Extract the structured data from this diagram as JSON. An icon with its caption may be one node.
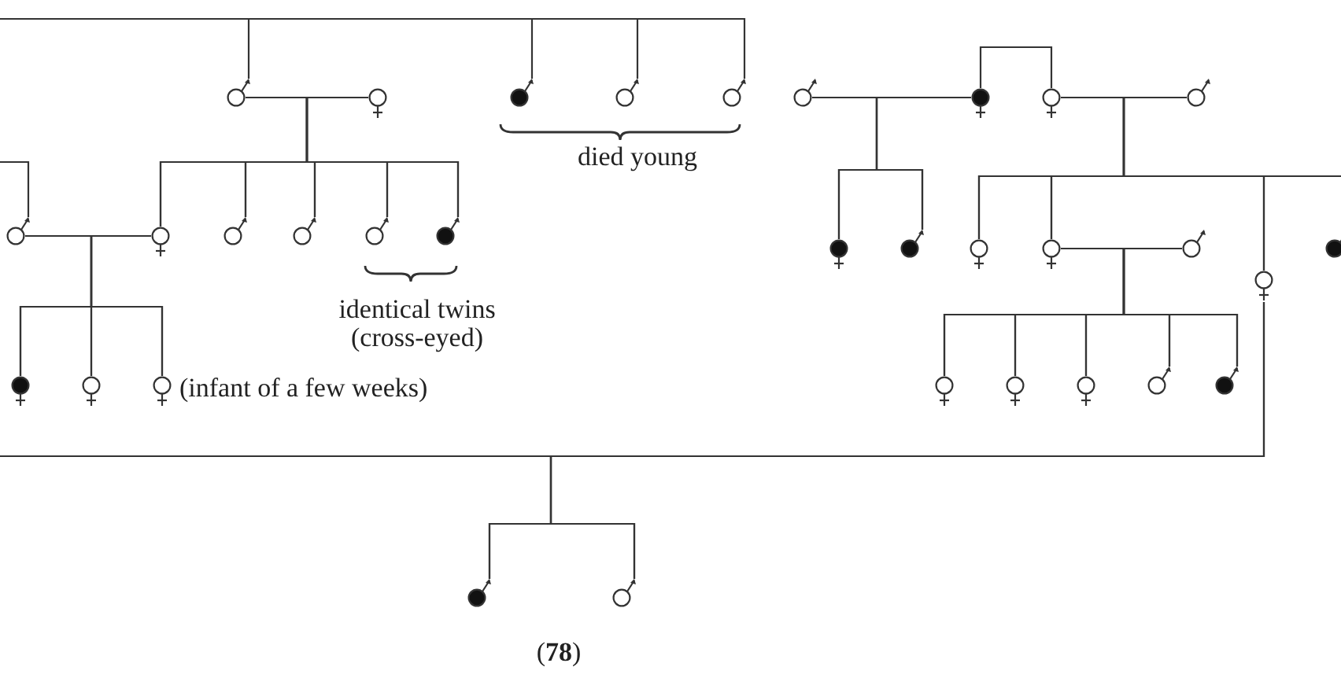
{
  "diagram": {
    "nodes": [
      {
        "text": [],
        "shape": "male"
      },
      {
        "text": [],
        "shape": "female"
      },
      {
        "text": [],
        "shape": "filled-male"
      },
      {
        "text": [],
        "shape": "male"
      },
      {
        "text": [],
        "shape": "male"
      },
      {
        "text": [],
        "shape": "male"
      },
      {
        "text": [],
        "shape": "filled-female"
      },
      {
        "text": [],
        "shape": "female"
      },
      {
        "text": [],
        "shape": "male"
      },
      {
        "text": [],
        "shape": "male"
      },
      {
        "text": [],
        "shape": "female"
      },
      {
        "text": [],
        "shape": "male"
      },
      {
        "text": [],
        "shape": "male"
      },
      {
        "text": [],
        "shape": "male"
      },
      {
        "text": [],
        "shape": "filled-male"
      },
      {
        "text": [],
        "shape": "filled-female"
      },
      {
        "text": [],
        "shape": "filled-male"
      },
      {
        "text": [],
        "shape": "female"
      },
      {
        "text": [],
        "shape": "female"
      },
      {
        "text": [],
        "shape": "male"
      },
      {
        "text": [],
        "shape": "female"
      },
      {
        "text": [],
        "shape": "filled-male"
      },
      {
        "text": [],
        "shape": "filled-female"
      },
      {
        "text": [],
        "shape": "female"
      },
      {
        "text": [],
        "shape": "female",
        "beside": [
          "(infant of a few weeks)"
        ]
      },
      {
        "text": [],
        "shape": "female"
      },
      {
        "text": [],
        "shape": "female"
      },
      {
        "text": [],
        "shape": "female"
      },
      {
        "text": [],
        "shape": "male"
      },
      {
        "text": [],
        "shape": "filled-male"
      },
      {
        "text": [],
        "shape": "filled-male"
      },
      {
        "text": [],
        "shape": "male"
      }
    ],
    "edges": [
      {
        "from": null,
        "to": 0,
        "arrow": "none"
      },
      {
        "from": null,
        "to": 2,
        "arrow": "none"
      },
      {
        "from": null,
        "to": 3,
        "arrow": "none"
      },
      {
        "from": null,
        "to": 4,
        "arrow": "none"
      },
      {
        "from": null,
        "to": 9,
        "arrow": "none"
      },
      {
        "from": 0,
        "to": 10,
        "arrow": "none"
      },
      {
        "from": 0,
        "to": 11,
        "arrow": "none"
      },
      {
        "from": 0,
        "to": 12,
        "arrow": "none"
      },
      {
        "from": 0,
        "to": 13,
        "arrow": "none"
      },
      {
        "from": 0,
        "to": 14,
        "arrow": "none"
      },
      {
        "from": 1,
        "to": 10,
        "arrow": "none"
      },
      {
        "from": 1,
        "to": 11,
        "arrow": "none"
      },
      {
        "from": 1,
        "to": 12,
        "arrow": "none"
      },
      {
        "from": 1,
        "to": 13,
        "arrow": "none"
      },
      {
        "from": 1,
        "to": 14,
        "arrow": "none"
      },
      {
        "from": 9,
        "to": 22,
        "arrow": "none"
      },
      {
        "from": 9,
        "to": 23,
        "arrow": "none"
      },
      {
        "from": 9,
        "to": 24,
        "arrow": "none"
      },
      {
        "from": 10,
        "to": 22,
        "arrow": "none"
      },
      {
        "from": 10,
        "to": 23,
        "arrow": "none"
      },
      {
        "from": 10,
        "to": 24,
        "arrow": "none"
      },
      {
        "from": 6,
        "to": 7,
        "arrow": "none"
      },
      {
        "from": 5,
        "to": 15,
        "arrow": "none"
      },
      {
        "from": 5,
        "to": 16,
        "arrow": "none"
      },
      {
        "from": 6,
        "to": 15,
        "arrow": "none"
      },
      {
        "from": 6,
        "to": 16,
        "arrow": "none"
      },
      {
        "from": 7,
        "to": 17,
        "arrow": "none"
      },
      {
        "from": 7,
        "to": 18,
        "arrow": "none"
      },
      {
        "from": 7,
        "to": 20,
        "arrow": "none"
      },
      {
        "from": 7,
        "to": 21,
        "arrow": "none"
      },
      {
        "from": 8,
        "to": 17,
        "arrow": "none"
      },
      {
        "from": 8,
        "to": 18,
        "arrow": "none"
      },
      {
        "from": 8,
        "to": 20,
        "arrow": "none"
      },
      {
        "from": 8,
        "to": 21,
        "arrow": "none"
      },
      {
        "from": 18,
        "to": 25,
        "arrow": "none"
      },
      {
        "from": 18,
        "to": 26,
        "arrow": "none"
      },
      {
        "from": 18,
        "to": 27,
        "arrow": "none"
      },
      {
        "from": 18,
        "to": 28,
        "arrow": "none"
      },
      {
        "from": 18,
        "to": 29,
        "arrow": "none"
      },
      {
        "from": 19,
        "to": 25,
        "arrow": "none"
      },
      {
        "from": 19,
        "to": 26,
        "arrow": "none"
      },
      {
        "from": 19,
        "to": 27,
        "arrow": "none"
      },
      {
        "from": 19,
        "to": 28,
        "arrow": "none"
      },
      {
        "from": 19,
        "to": 29,
        "arrow": "none"
      },
      {
        "from": 20,
        "to": 30,
        "arrow": "none"
      },
      {
        "from": 20,
        "to": 31,
        "arrow": "none"
      },
      {
        "from": null,
        "to": 30,
        "arrow": "none"
      },
      {
        "from": null,
        "to": 31,
        "arrow": "none"
      }
    ],
    "labels": [
      "died young",
      "identical twins",
      "(cross-eyed)",
      "(**78**)"
    ]
  }
}
